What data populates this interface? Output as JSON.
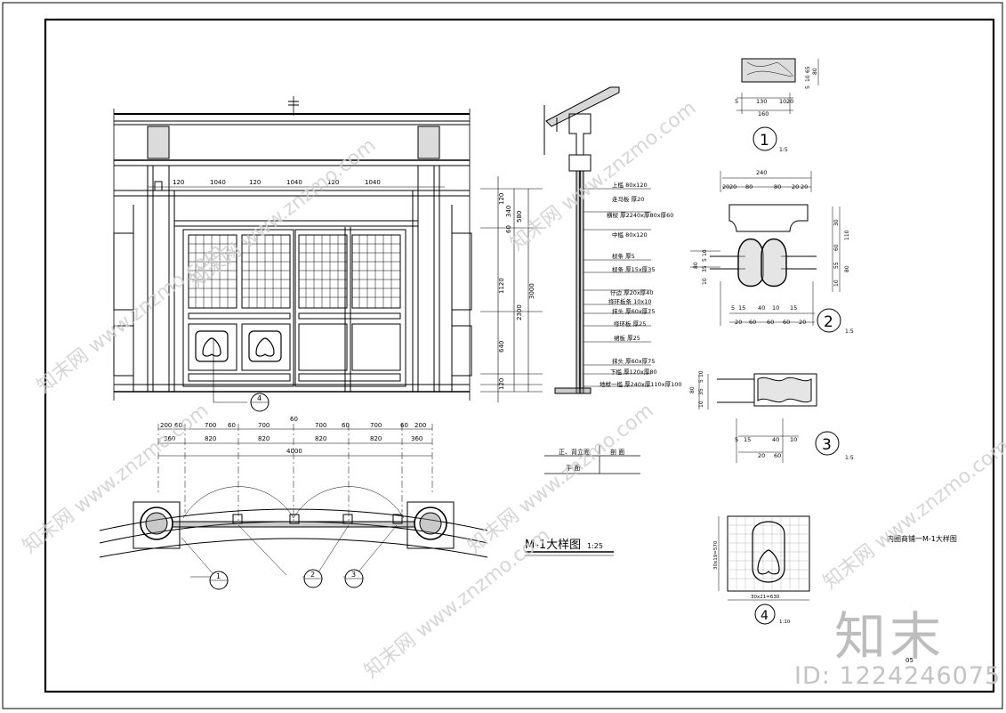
{
  "elevation": {
    "top_dims": [
      "120",
      "1040",
      "120",
      "1040",
      "120",
      "1040"
    ],
    "section_tag": "4",
    "bottom_dims_row1": [
      "200",
      "60",
      "60",
      "700",
      "60",
      "60",
      "700",
      "60",
      "60",
      "700",
      "60",
      "60",
      "700",
      "60",
      "60",
      "200"
    ],
    "bottom_dims_row2": [
      "360",
      "820",
      "820",
      "820",
      "820",
      "360"
    ],
    "center_dim": "60",
    "total_width": "4000",
    "height_dims": [
      "120",
      "580",
      "1120",
      "640",
      "120",
      "120"
    ],
    "height_small": [
      "340",
      "60",
      "120",
      "120",
      "120",
      "120"
    ],
    "height_mid": "2300",
    "height_total": "3000"
  },
  "section_labels": [
    "上槛 80x120",
    "走马板 厚20",
    "横棂 厚2240x厚80x厚60",
    "中槛 80x120",
    "棂条 厚5",
    "棂条 厚15x厚35",
    "仔边 厚20x厚40",
    "绦环板条 10x10",
    "抹头 厚60x厚75",
    "绦环板 厚25",
    "裙板 厚25",
    "抹头 厚60x厚75",
    "下槛 厚120x厚80",
    "地栿一槛 厚240x厚110x厚100"
  ],
  "table": {
    "row1_left": "正、背立面",
    "row1_right": "剖  面",
    "row2_left": "平  面"
  },
  "plan": {
    "callouts": [
      "1",
      "2",
      "3"
    ]
  },
  "drawing_title": {
    "label": "M-1大样图",
    "scale": "1:25"
  },
  "sheet_title": "内圈商铺一M-1大样图",
  "page_number": "05",
  "detail1": {
    "num": "1",
    "scale": "1:5",
    "dims_bottom": [
      "5",
      "130",
      "10",
      "20"
    ],
    "dim_total": "160",
    "dims_side": [
      "5",
      "10",
      "65",
      "80"
    ]
  },
  "detail2": {
    "num": "2",
    "scale": "1:5",
    "dim_top": "240",
    "dims_top2": [
      "20",
      "20",
      "80",
      "80",
      "20",
      "20"
    ],
    "dims_side": [
      "30",
      "110",
      "60",
      "55",
      "80",
      "10"
    ],
    "dims_left": [
      "80",
      "10",
      "35",
      "5",
      "10"
    ],
    "dims_bottom": [
      "5",
      "15",
      "40",
      "10",
      "15"
    ],
    "dims_bottom2": [
      "20",
      "60",
      "60",
      "60",
      "20"
    ]
  },
  "detail3": {
    "num": "3",
    "scale": "1:5",
    "dims_left": [
      "80",
      "10",
      "35",
      "5",
      "10"
    ],
    "dims_bottom": [
      "5",
      "15",
      "40",
      "10"
    ],
    "dims_bottom2": [
      "20",
      "60"
    ]
  },
  "detail4": {
    "num": "4",
    "scale": "1:10",
    "dim_side": "30x19=570",
    "dim_bottom": "30x21=630"
  },
  "watermarks": [
    "知末网 www.znzmo.com"
  ],
  "logo": "知末",
  "id_text": "ID: 1224246075"
}
